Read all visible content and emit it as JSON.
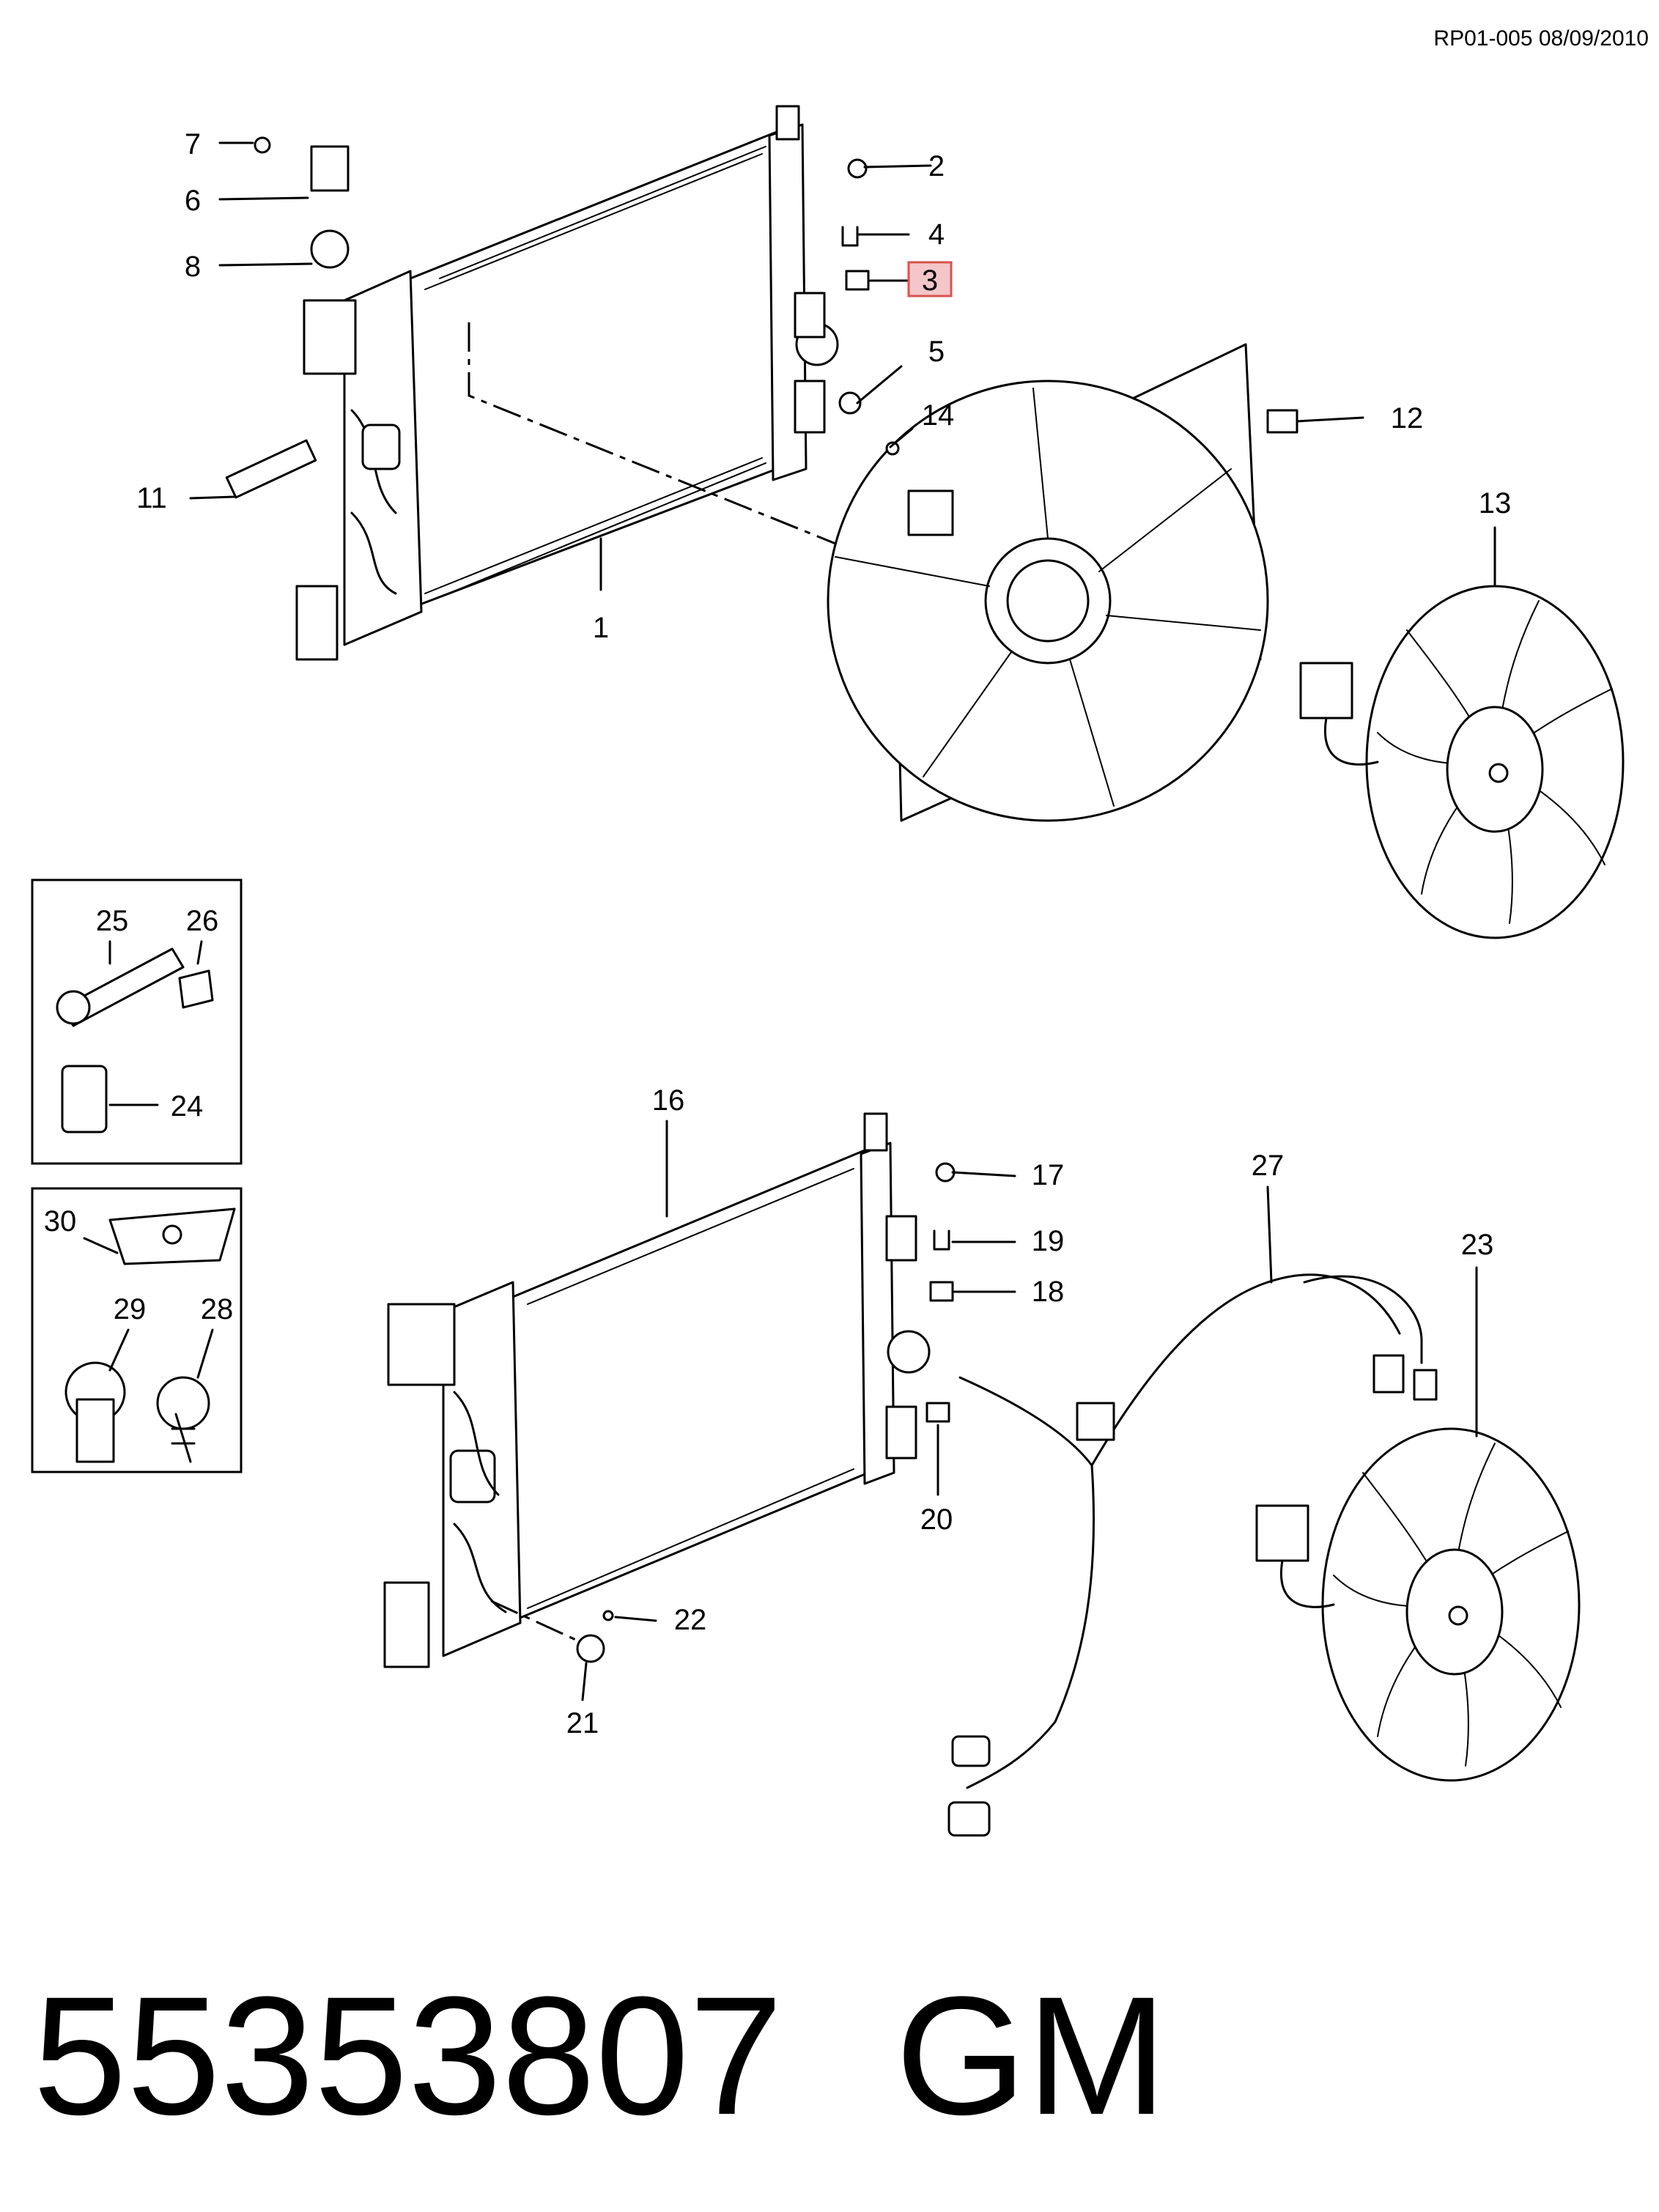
{
  "header": {
    "ref": "RP01-005 08/09/2010"
  },
  "callouts": {
    "c1": "1",
    "c2": "2",
    "c3": "3",
    "c4": "4",
    "c5": "5",
    "c6": "6",
    "c7": "7",
    "c8": "8",
    "c11": "11",
    "c12": "12",
    "c13": "13",
    "c14": "14",
    "c16": "16",
    "c17": "17",
    "c18": "18",
    "c19": "19",
    "c20": "20",
    "c21": "21",
    "c22": "22",
    "c23": "23",
    "c24": "24",
    "c25": "25",
    "c26": "26",
    "c27": "27",
    "c28": "28",
    "c29": "29",
    "c30": "30"
  },
  "highlight": {
    "callout": "3",
    "color": "#f4c6c9",
    "border": "#d9534f"
  },
  "footer": {
    "part_number": "55353807",
    "brand": "GM"
  }
}
